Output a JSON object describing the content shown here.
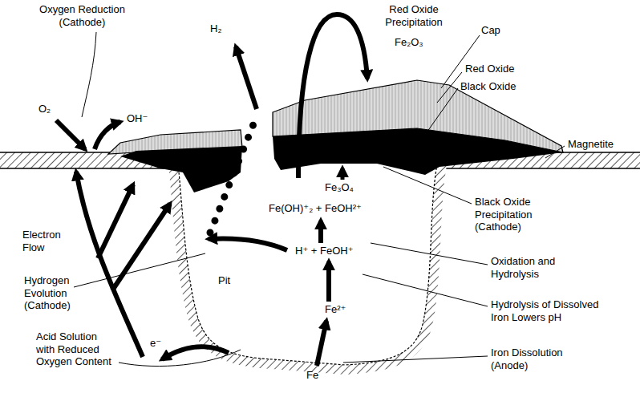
{
  "diagram": {
    "labels": [
      "Oxygen Reduction (Cathode)",
      "O₂",
      "OH⁻",
      "H₂",
      "Red Oxide Precipitation",
      "Fe₂O₃",
      "Cap",
      "Red Oxide",
      "Black Oxide",
      "Magnetite",
      "Fe₃O₄",
      "Fe(OH)⁺₂ + FeOH²⁺",
      "Electron Flow",
      "Black Oxide Precipitation (Cathode)",
      "H⁺ + FeOH⁺",
      "Oxidation and Hydrolysis",
      "Hydrogen Evolution (Cathode)",
      "Pit",
      "Hydrolysis of Dissolved Iron Lowers pH",
      "Fe²⁺",
      "e⁻",
      "Acid Solution with Reduced Oxygen Content",
      "Fe",
      "Iron Dissolution (Anode)"
    ]
  }
}
